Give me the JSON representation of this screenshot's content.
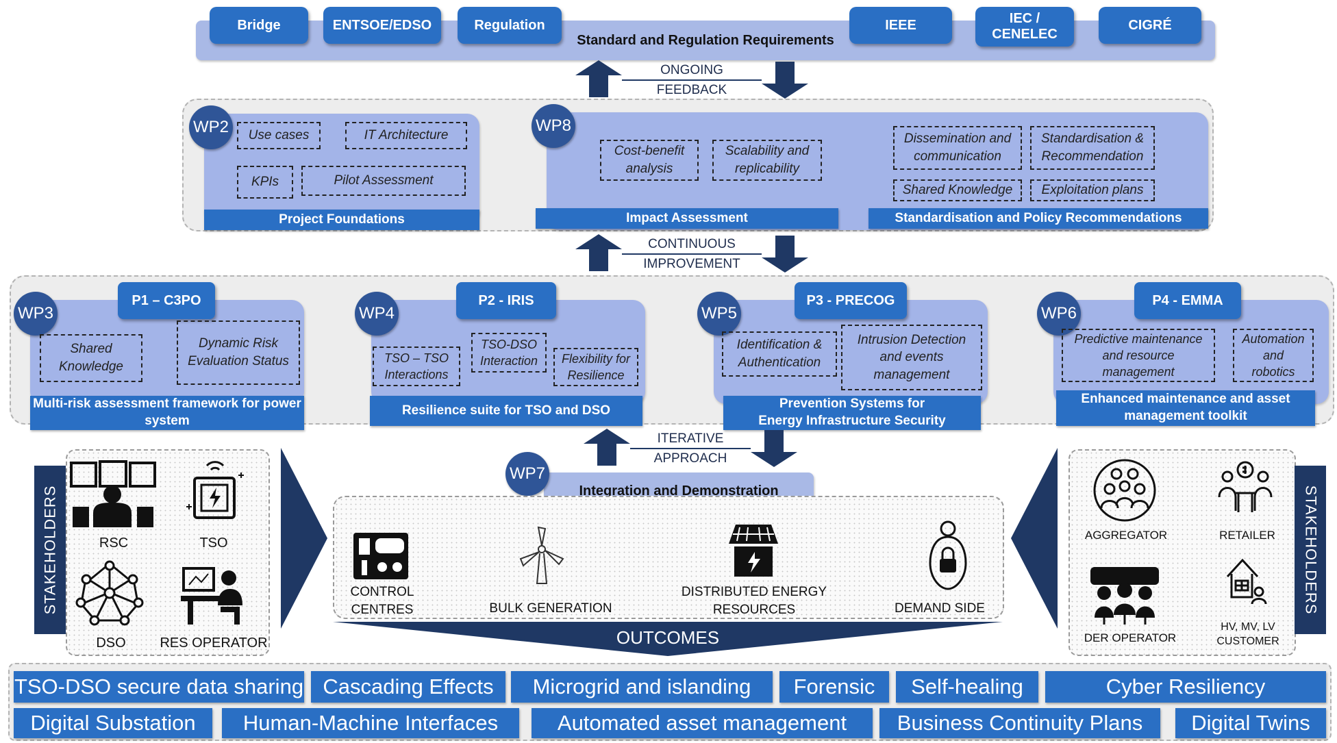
{
  "top": {
    "title": "Standard and Regulation Requirements",
    "bodies": [
      "Bridge",
      "ENTSOE/EDSO",
      "Regulation",
      "IEEE",
      "IEC / CENELEC",
      "CIGRÉ"
    ]
  },
  "flows": {
    "ongoing": [
      "ONGOING",
      "FEEDBACK"
    ],
    "continuous": [
      "CONTINUOUS",
      "IMPROVEMENT"
    ],
    "iterative": [
      "ITERATIVE",
      "APPROACH"
    ]
  },
  "wp2": {
    "badge": "WP2",
    "items": [
      "Use cases",
      "IT Architecture",
      "KPIs",
      "Pilot Assessment"
    ],
    "label": "Project Foundations"
  },
  "wp8": {
    "badge": "WP8",
    "impact_items": [
      "Cost-benefit analysis",
      "Scalability and replicability"
    ],
    "impact_label": "Impact Assessment",
    "policy_items": [
      "Dissemination and communication",
      "Standardisation & Recommendation",
      "Shared Knowledge",
      "Exploitation plans"
    ],
    "policy_label": "Standardisation and Policy Recommendations"
  },
  "pilots": [
    {
      "badge": "WP3",
      "name": "P1 – C3PO",
      "items": [
        "Shared Knowledge",
        "Dynamic Risk Evaluation Status"
      ],
      "label": "Multi-risk assessment framework for power system"
    },
    {
      "badge": "WP4",
      "name": "P2 - IRIS",
      "items": [
        "TSO – TSO Interactions",
        "TSO-DSO Interaction",
        "Flexibility for Resilience"
      ],
      "label": "Resilience suite for TSO and DSO"
    },
    {
      "badge": "WP5",
      "name": "P3 - PRECOG",
      "items": [
        "Identification & Authentication",
        "Intrusion Detection and events management"
      ],
      "label": "Prevention Systems for Energy Infrastructure Security"
    },
    {
      "badge": "WP6",
      "name": "P4 - EMMA",
      "items": [
        "Predictive maintenance and resource management",
        "Automation and robotics"
      ],
      "label": "Enhanced maintenance and asset management toolkit"
    }
  ],
  "wp7": {
    "badge": "WP7",
    "label": "Integration and Demonstration"
  },
  "stakeholders": {
    "title": "STAKEHOLDERS",
    "left": [
      "RSC",
      "TSO",
      "DSO",
      "RES OPERATOR"
    ],
    "right": [
      "AGGREGATOR",
      "RETAILER",
      "DER OPERATOR",
      "HV, MV, LV CUSTOMER"
    ]
  },
  "outcomes": {
    "title": "OUTCOMES",
    "items": [
      "CONTROL CENTRES",
      "BULK GENERATION",
      "DISTRIBUTED ENERGY RESOURCES",
      "DEMAND SIDE"
    ]
  },
  "capabilities": {
    "row1": [
      "TSO-DSO secure data sharing",
      "Cascading Effects",
      "Microgrid and islanding",
      "Forensic",
      "Self-healing",
      "Cyber Resiliency"
    ],
    "row2": [
      "Digital Substation",
      "Human-Machine Interfaces",
      "Automated asset management",
      "Business Continuity Plans",
      "Digital Twins"
    ]
  },
  "colors": {
    "primary": "#2a6fc4",
    "navy": "#1f3864",
    "light": "#a3b4e8",
    "panel": "#ededed"
  }
}
